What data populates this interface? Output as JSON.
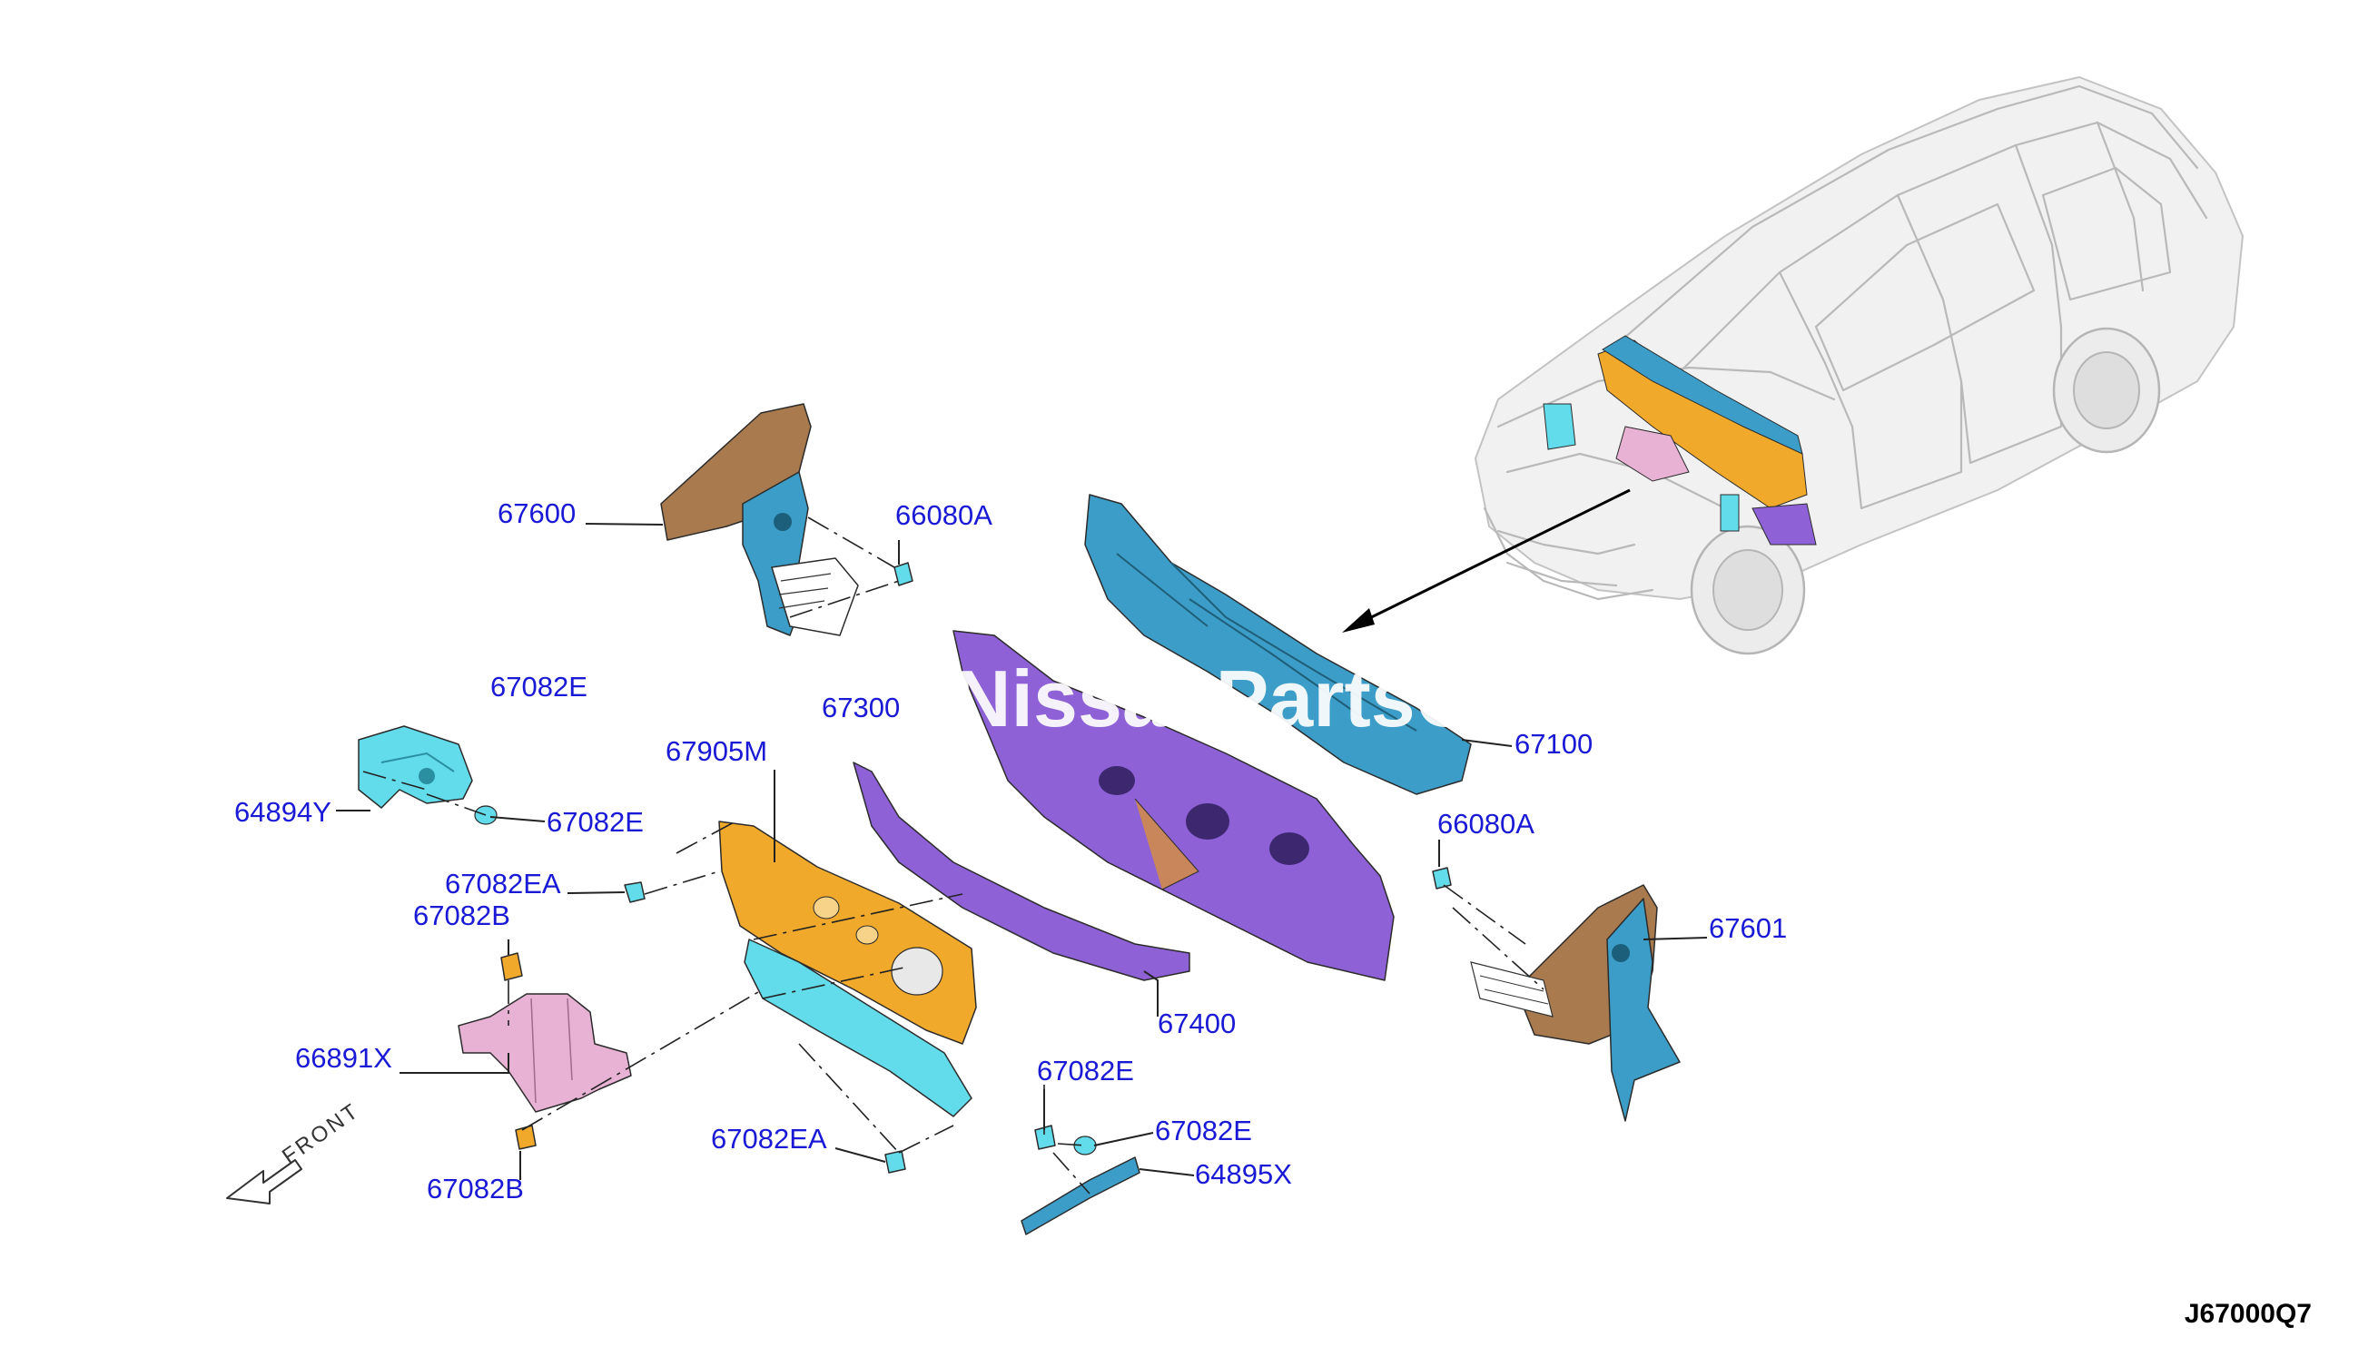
{
  "diagram_code": "J67000Q7",
  "front_label": "FRONT",
  "watermark": "NissanPartsCatalog",
  "callouts": {
    "p67600": "67600",
    "p66080A_top": "66080A",
    "p67082E_top": "67082E",
    "p64894Y": "64894Y",
    "p67082E_left": "67082E",
    "p67905M": "67905M",
    "p67082EA_upper": "67082EA",
    "p67082B_upper": "67082B",
    "p66891X": "66891X",
    "p67082B_lower": "67082B",
    "p67082EA_lower": "67082EA",
    "p67100": "67100",
    "p66080A_right": "66080A",
    "p67400": "67400",
    "p67601": "67601",
    "p67082E_mid1": "67082E",
    "p67082E_mid2": "67082E",
    "p64895X": "64895X",
    "p67300": "67300"
  },
  "colors": {
    "callout_text": "#1a1ad6",
    "brown": "#a87a4e",
    "blue": "#3c9ec8",
    "cyan": "#62dcea",
    "purple": "#8e62d6",
    "orange": "#f0a92a",
    "pink": "#e7b2d4"
  }
}
